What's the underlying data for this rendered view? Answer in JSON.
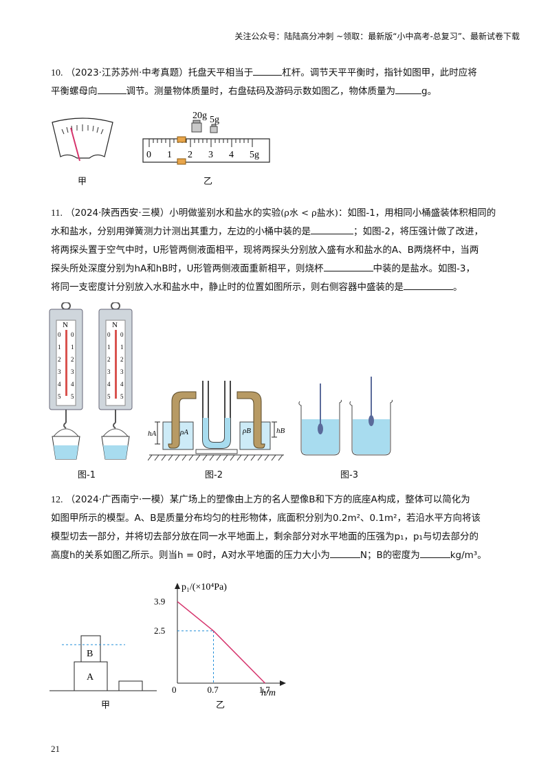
{
  "header": {
    "text": "关注公众号：陆陆高分冲刺  ~领取：最新版“小中高考-总复习”、最新试卷下载"
  },
  "q10": {
    "number": "10.",
    "source": "（2023·江苏苏州·中考真题）",
    "text1": "托盘天平相当于",
    "text2": "杠杆。调节天平平衡时，指针如图甲，此时应将",
    "text3": "平衡螺母向",
    "text4": "调节。测量物体质量时，右盘砝码及游码示数如图乙，物体质量为",
    "text5": "g。",
    "fig_jia": "甲",
    "fig_yi": "乙",
    "weights": [
      "20g",
      "5g"
    ],
    "scale_labels": [
      "0",
      "1",
      "2",
      "3",
      "4",
      "5g"
    ]
  },
  "q11": {
    "number": "11.",
    "source": "（2024·陕西西安·三模）",
    "text1": "小明做鉴别水和盐水的实验",
    "formula": "(ρ水 < ρ盐水)",
    "text2": "：如图-1，用相同小桶盛装体积相同的",
    "text3": "水和盐水，分别用弹簧测力计测出其重力，左边的小桶中装的是",
    "text4": "；如图-2，将压强计做了改进，",
    "text5": "将两探头置于空气中时，U形管两侧液面相平，现将两探头分别放入盛有水和盐水的A、B两烧杯中，当两",
    "text6": "探头所处深度分别为hA和hB时，U形管两侧液面重新相平，则烧杯",
    "text7": "中装的是盐水。如图-3，",
    "text8": "将同一支密度计分别放入水和盐水中，静止时的位置如图所示，则右侧容器中盛装的是",
    "text9": "。",
    "fig1": "图-1",
    "fig2": "图-2",
    "fig3": "图-3",
    "meter_unit": "N",
    "meter_scale": [
      "0",
      "1",
      "2",
      "3",
      "4",
      "5"
    ],
    "labels": {
      "hA": "hA",
      "hB": "hB",
      "rhoA": "ρA",
      "rhoB": "ρB"
    }
  },
  "q12": {
    "number": "12.",
    "source": "（2024·广西南宁·一模）",
    "text1": "某广场上的塑像由上方的名人塑像B和下方的底座A构成，整体可以简化为",
    "text2": "如图甲所示的模型。A、B是质量分布均匀的柱形物体，底面积分别为0.2m²、0.1m²，若沿水平方向将该",
    "text3": "模型切去一部分，并将切去部分放在同一水平地面上，剩余部分对水平地面的压强为p₁，p₁与切去部分的",
    "text4": "高度h的关系如图乙所示。则当h = 0时，A对水平地面的压力大小为",
    "text5": "N；B的密度为",
    "text6": "kg/m³。",
    "fig_jia": "甲",
    "fig_yi": "乙",
    "block_labels": [
      "B",
      "A"
    ]
  },
  "chart_data": {
    "type": "line",
    "title": "",
    "ylabel": "p₁/(×10⁴Pa)",
    "xlabel": "h/m",
    "x": [
      0,
      0.7,
      1.7
    ],
    "series": [
      {
        "values": [
          3.9,
          2.5,
          0
        ]
      }
    ],
    "x_ticks": [
      "0",
      "0.7",
      "1.7"
    ],
    "y_ticks": [
      "3.9",
      "2.5"
    ],
    "xlim": [
      0,
      2.0
    ],
    "ylim": [
      0,
      4.6
    ],
    "series_color": "#d6336c",
    "guide_color": "#1c8cd8"
  },
  "page": {
    "number": "21"
  }
}
